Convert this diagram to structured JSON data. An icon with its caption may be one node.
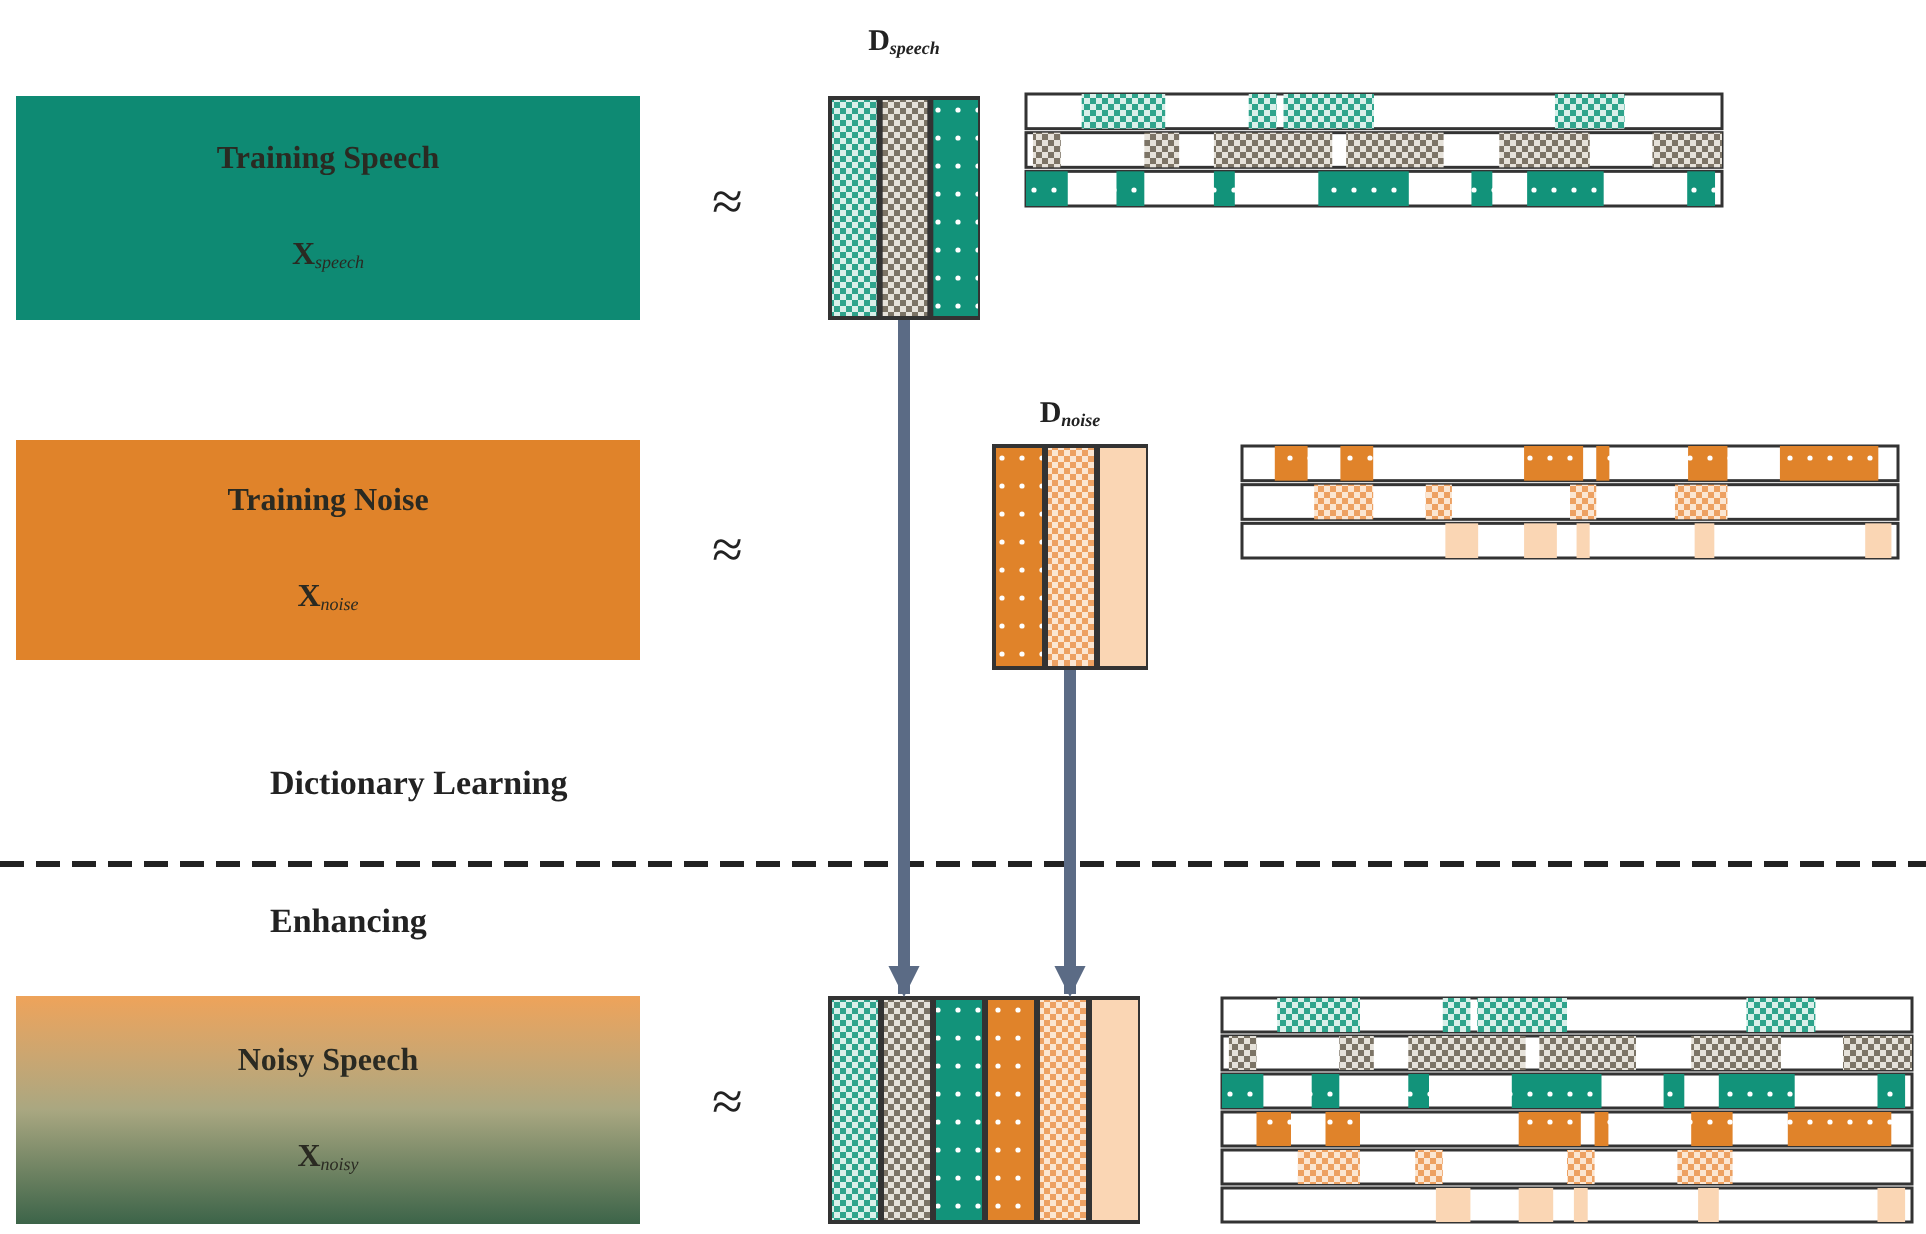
{
  "diagram": {
    "nodes": [
      {
        "text": [
          "Training Speech",
          "X$_{speech}$"
        ]
      },
      {
        "text": [
          "D$_{speech}$"
        ]
      },
      {
        "text": [],
        "shape": "box"
      },
      {
        "text": [
          "Training Noise",
          "X$_{noise}$"
        ]
      },
      {
        "text": [
          "D$_{noise}$"
        ]
      },
      {
        "text": [],
        "shape": "box"
      },
      {
        "text": [
          "Noisy Speech",
          "X$_{noisy}$"
        ]
      },
      {
        "text": [],
        "shape": "box"
      },
      {
        "text": [],
        "shape": "box"
      }
    ],
    "edges": [
      {
        "from": 1,
        "to": 7,
        "arrow": "to"
      },
      {
        "from": 4,
        "to": 7,
        "arrow": "to"
      }
    ],
    "labels": [
      "≈",
      "≈",
      "Dictionary Learning",
      "Enhancing",
      "≈"
    ]
  }
}
